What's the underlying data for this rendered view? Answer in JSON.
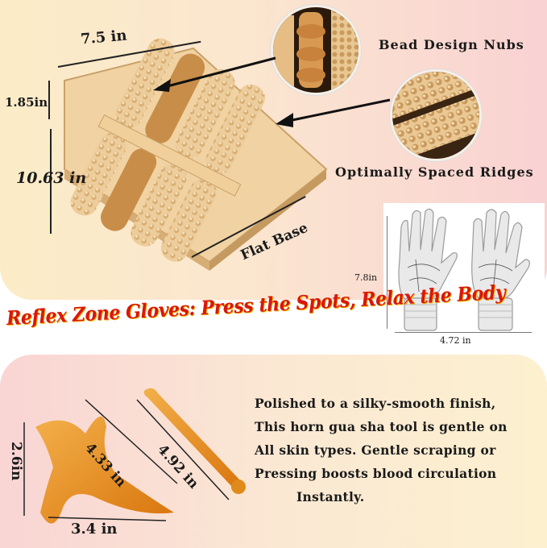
{
  "foot_massager": {
    "width_label": "7.5  in",
    "height_label": "1.85in",
    "length_label": "10.63 in",
    "base_label": "Flat Base",
    "feature_1": "Bead Design Nubs",
    "feature_2": "Optimally Spaced Ridges"
  },
  "gloves": {
    "headline": "Reflex Zone Gloves: Press the Spots, Relax the Body",
    "height_label": "7.8in",
    "width_label": "4.72  in"
  },
  "gua_sha": {
    "height_label": "2.6in",
    "width_label": "3.4  in",
    "diag_label": "4.33  in",
    "stick_label": "4.92  in",
    "description": [
      "Polished to a silky-smooth finish,",
      "This horn gua sha tool is gentle on",
      "All skin types. Gentle scraping or",
      "Pressing boosts blood circulation",
      "Instantly."
    ]
  },
  "colors": {
    "headline_red": "#d8170f",
    "headline_shadow": "#f2b400",
    "wood": "#e8c79a",
    "horn": "#e58a14"
  }
}
